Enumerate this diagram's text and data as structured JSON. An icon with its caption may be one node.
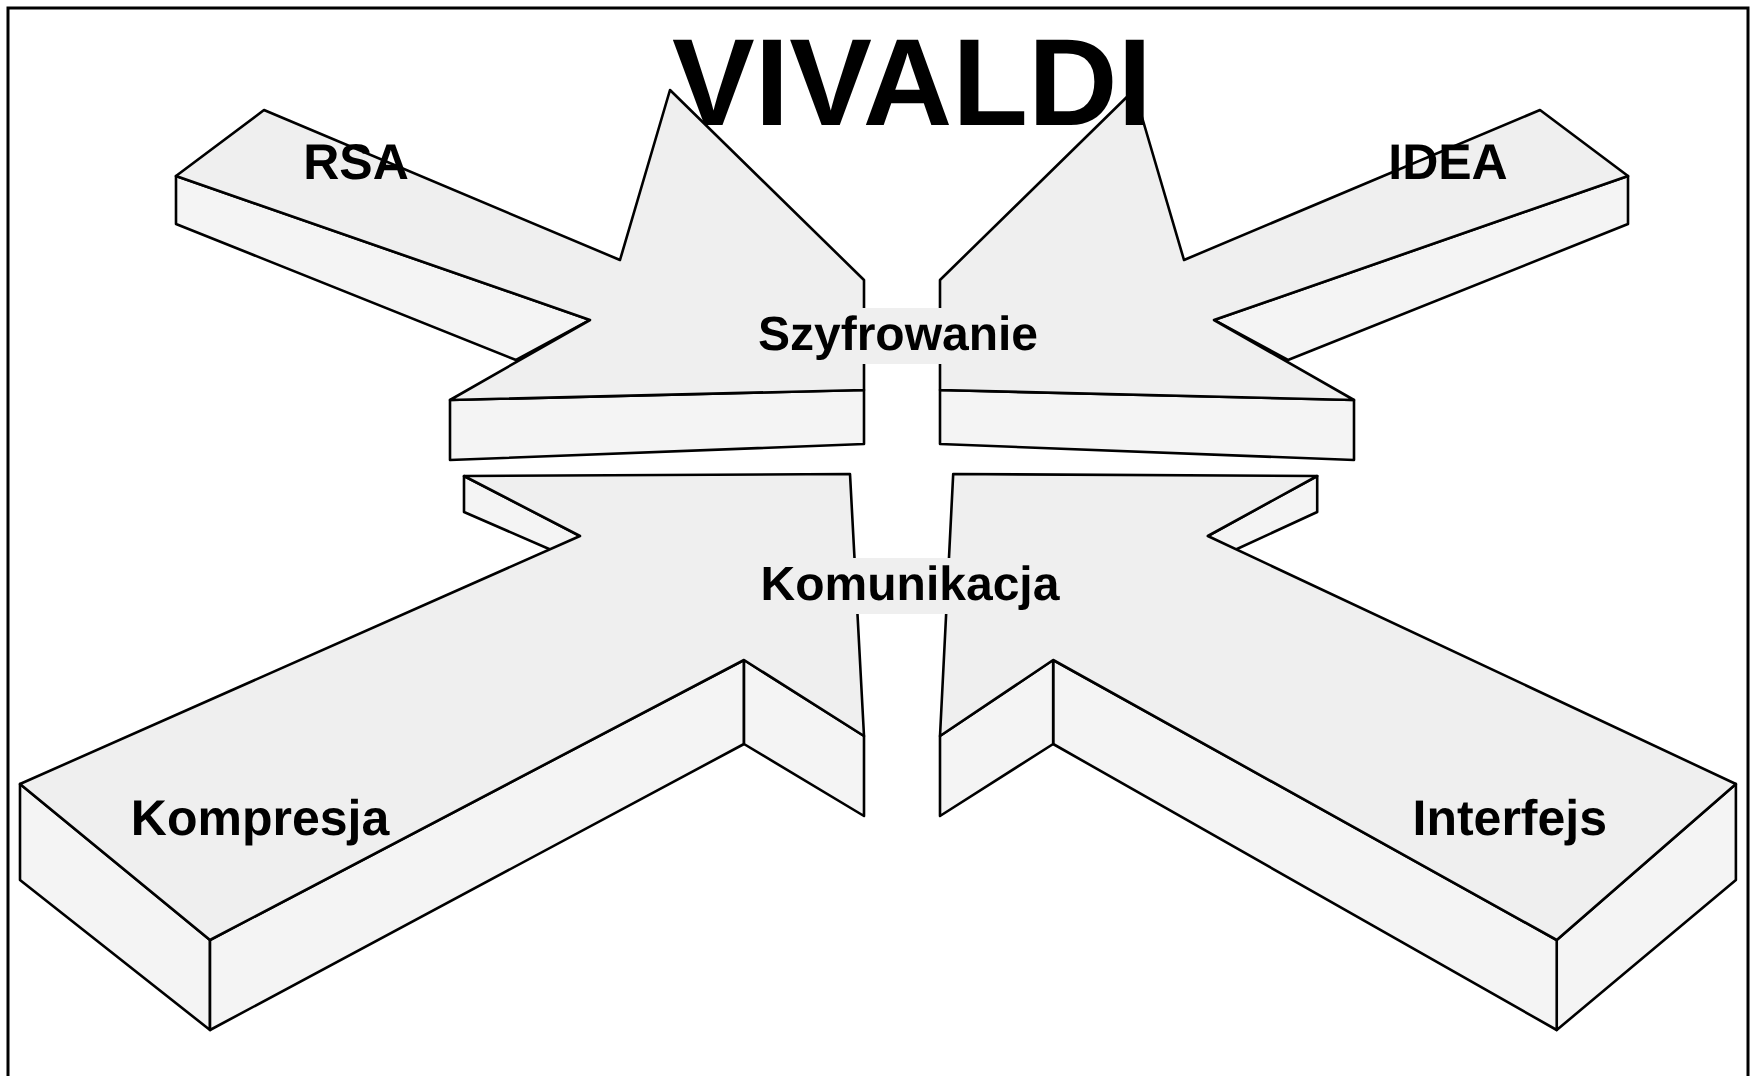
{
  "diagram": {
    "title": "VIVALDI",
    "nodes": [
      {
        "text": [
          "RSA"
        ]
      },
      {
        "text": [
          "IDEA"
        ]
      },
      {
        "text": [
          "Kompresja"
        ]
      },
      {
        "text": [
          "Interfejs"
        ]
      }
    ],
    "labels": [
      "Szyfrowanie",
      "Komunikacja"
    ]
  }
}
